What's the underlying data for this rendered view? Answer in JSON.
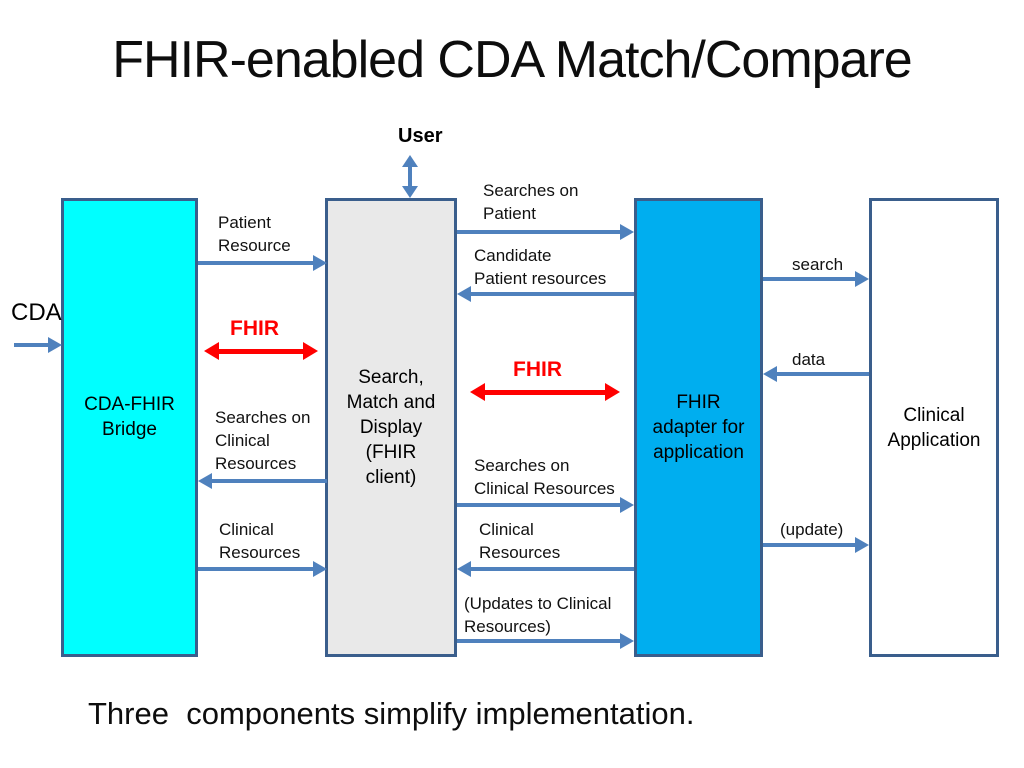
{
  "title": "FHIR-enabled CDA Match/Compare",
  "footer": "Three  components simplify implementation.",
  "boxes": {
    "bridge": "CDA-FHIR\nBridge",
    "search_match": "Search,\nMatch and\nDisplay\n(FHIR\nclient)",
    "adapter": "FHIR\nadapter for\napplication",
    "clinical_app": "Clinical\nApplication"
  },
  "external": {
    "user": "User",
    "cda": "CDA"
  },
  "flows": {
    "patient_resource": "Patient\nResource",
    "fhir_left": "FHIR",
    "searches_clinical_left": "Searches on\nClinical\nResources",
    "clinical_resources_left": "Clinical\nResources",
    "searches_patient": "Searches on\nPatient",
    "candidate_patient": "Candidate\nPatient resources",
    "fhir_right": "FHIR",
    "searches_clinical_mid": "Searches on\nClinical Resources",
    "clinical_resources_mid": "Clinical\nResources",
    "updates_clinical": "(Updates to Clinical\nResources)",
    "search": "search",
    "data": "data",
    "update": "(update)"
  },
  "colors": {
    "box_border": "#3A5E8C",
    "bridge_fill": "#00FFFF",
    "search_fill": "#E9E9E9",
    "adapter_fill": "#00AEEF",
    "clinical_fill": "#FFFFFF",
    "arrow": "#4F81BD",
    "fhir_red": "#FF0000",
    "text": "#000000"
  }
}
